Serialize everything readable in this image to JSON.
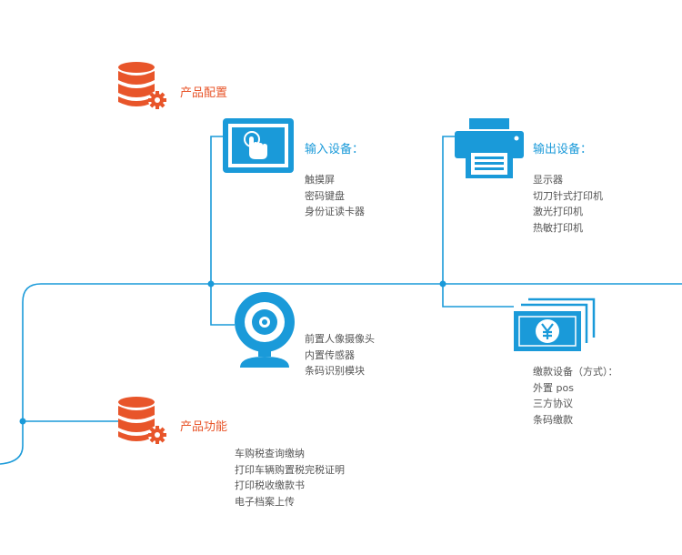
{
  "colors": {
    "line": "#1a9ad9",
    "accent_orange": "#e8552a",
    "icon_blue": "#1a9ad9",
    "text": "#555555"
  },
  "product_config": {
    "title": "产品配置",
    "icon": "database-gear-icon"
  },
  "input_devices": {
    "title": "输入设备：",
    "icon": "touchscreen-icon",
    "items": [
      "触摸屏",
      "密码键盘",
      "身份证读卡器"
    ]
  },
  "output_devices": {
    "title": "输出设备：",
    "icon": "printer-icon",
    "items": [
      "显示器",
      "切刀针式打印机",
      "激光打印机",
      "热敏打印机"
    ]
  },
  "camera_devices": {
    "icon": "webcam-icon",
    "items": [
      "前置人像摄像头",
      "内置传感器",
      "条码识别模块"
    ]
  },
  "payment_devices": {
    "icon": "yuan-banknote-icon",
    "items": [
      "缴款设备（方式）：",
      "外置 pos",
      "三方协议",
      "条码缴款"
    ]
  },
  "product_functions": {
    "title": "产品功能",
    "icon": "database-gear-icon",
    "items": [
      "车购税查询缴纳",
      "打印车辆购置税完税证明",
      "打印税收缴款书",
      "电子档案上传"
    ]
  }
}
